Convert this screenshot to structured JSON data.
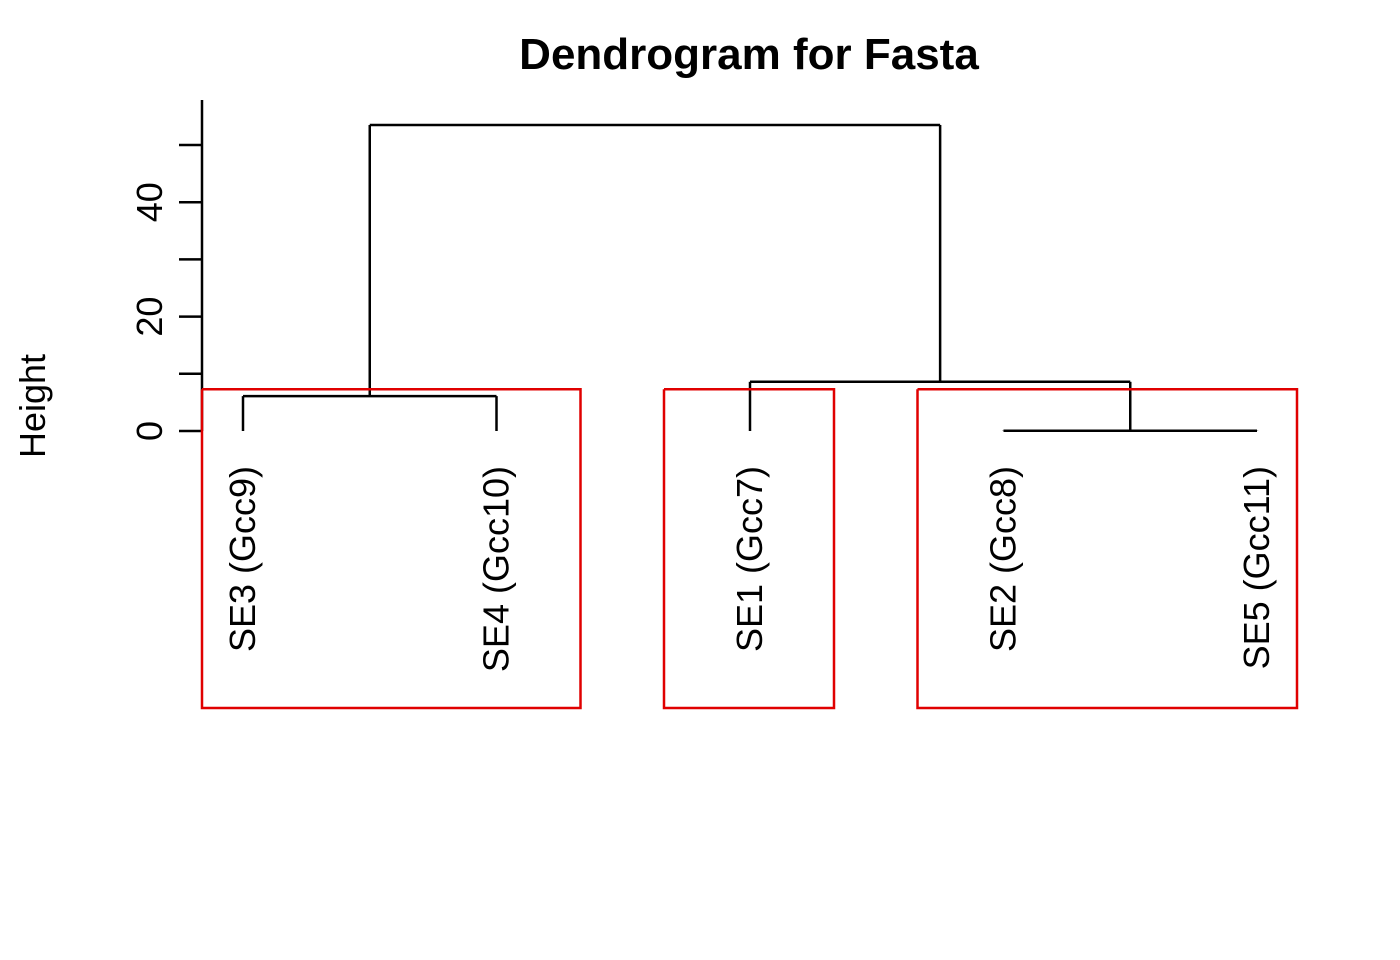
{
  "chart_data": {
    "type": "dendrogram",
    "title": "Dendrogram for Fasta",
    "ylabel": "Height",
    "ylim": [
      0,
      57
    ],
    "yticks": [
      0,
      10,
      20,
      30,
      40,
      50
    ],
    "ytick_labels": [
      "0",
      "",
      "20",
      "",
      "40",
      ""
    ],
    "leaves": [
      {
        "label": "SE3 (Gcc9)",
        "height": 0
      },
      {
        "label": "SE4 (Gcc10)",
        "height": 0
      },
      {
        "label": "SE1 (Gcc7)",
        "height": 0
      },
      {
        "label": "SE2 (Gcc8)",
        "height": 0
      },
      {
        "label": "SE5 (Gcc11)",
        "height": 0
      }
    ],
    "merges": [
      {
        "left": "SE2 (Gcc8)",
        "right": "SE5 (Gcc11)",
        "height": 0.05
      },
      {
        "left": "SE3 (Gcc9)",
        "right": "SE4 (Gcc10)",
        "height": 6.1
      },
      {
        "left": "SE1 (Gcc7)",
        "right": "SE2 (Gcc8) + SE5 (Gcc11)",
        "height": 8.6
      },
      {
        "left": "SE3 (Gcc9) + SE4 (Gcc10)",
        "right": "SE1 (Gcc7) + SE2 (Gcc8) + SE5 (Gcc11)",
        "height": 53.5
      }
    ],
    "clusters": [
      {
        "members": [
          "SE3 (Gcc9)",
          "SE4 (Gcc10)"
        ]
      },
      {
        "members": [
          "SE1 (Gcc7)"
        ]
      },
      {
        "members": [
          "SE2 (Gcc8)",
          "SE5 (Gcc11)"
        ]
      }
    ],
    "cut_height": 7.3,
    "colors": {
      "branches": "#000000",
      "cluster_rect": "#e00000"
    }
  }
}
